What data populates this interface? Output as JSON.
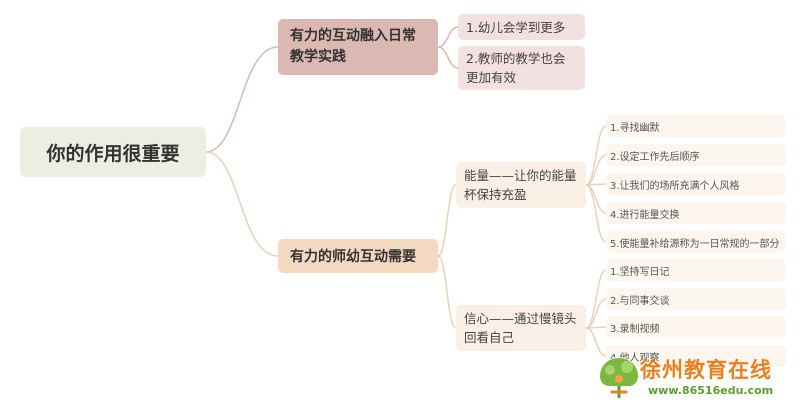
{
  "root": {
    "label": "你的作用很重要"
  },
  "branches": [
    {
      "label": "有力的互动融入日常教学实践",
      "children": [
        {
          "label": "1.幼儿会学到更多"
        },
        {
          "label": "2.教师的教学也会更加有效"
        }
      ]
    },
    {
      "label": "有力的师幼互动需要",
      "children": [
        {
          "label": "能量——让你的能量杯保持充盈",
          "items": [
            "1.寻找幽默",
            "2.设定工作先后顺序",
            "3.让我们的场所充满个人风格",
            "4.进行能量交换",
            "5.使能量补给源称为一日常规的一部分"
          ]
        },
        {
          "label": "信心——通过慢镜头回看自己",
          "items": [
            "1.坚持写日记",
            "2.与同事交谈",
            "3.录制视频",
            "4.他人观察"
          ]
        }
      ]
    }
  ],
  "watermark": {
    "name": "徐州教育在线",
    "url": "www.86516edu.com"
  },
  "colors": {
    "root_fill": "#ebeee0",
    "branch_a_fill": "#dcb8b2",
    "branch_b_fill": "#f5d8c0",
    "leaf_a_fill": "#f2e1e0",
    "sub_fill": "#fbf0e5",
    "item_fill": "#fdf6ee",
    "connector_a": "#d9b9b4",
    "connector_b": "#ecd0b8",
    "watermark_orange": "#e9801f",
    "watermark_green": "#5a9e2f"
  }
}
